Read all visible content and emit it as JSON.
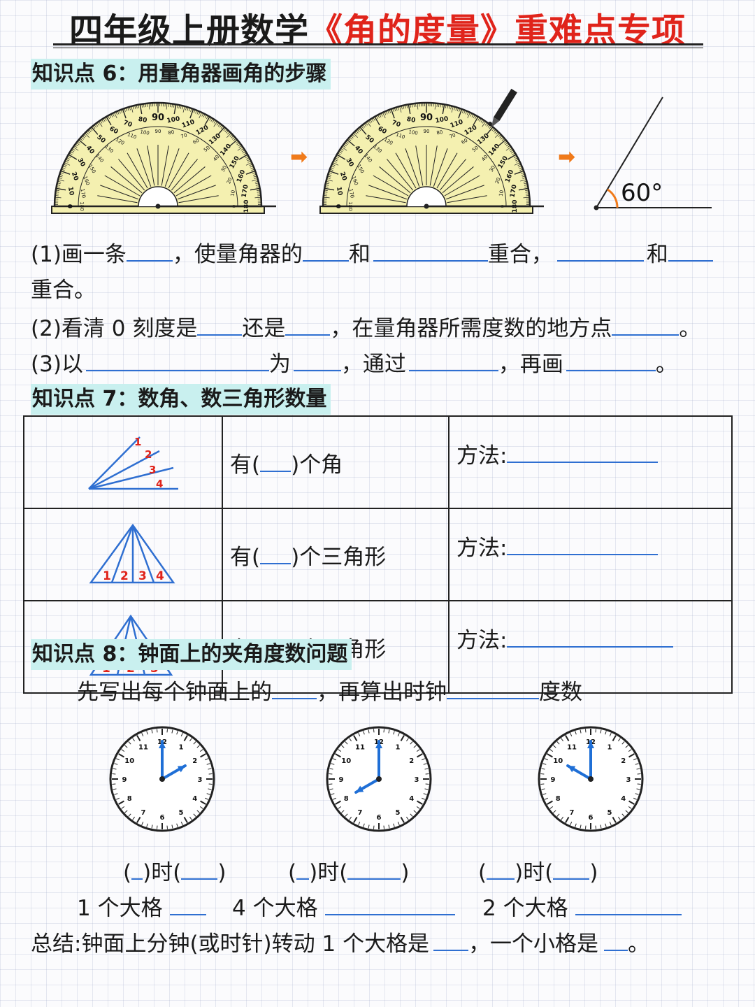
{
  "title": {
    "part1": "四年级上册数学",
    "part2": "《角的度量》重难点专项"
  },
  "k6": {
    "heading": "知识点 6：用量角器画角的步骤",
    "angle_label": "60°",
    "arrow": "➡",
    "protractor_outer": [
      "0",
      "10",
      "20",
      "30",
      "40",
      "50",
      "60",
      "70",
      "80",
      "90",
      "100",
      "110",
      "120",
      "130",
      "140",
      "150",
      "160",
      "170",
      "180"
    ],
    "protractor_inner": [
      "180",
      "170",
      "160",
      "150",
      "140",
      "130",
      "120",
      "110",
      "100",
      "90",
      "80",
      "70",
      "60",
      "50",
      "40",
      "30",
      "20",
      "10",
      "0"
    ],
    "l1a": "(1)画一条",
    "l1b": "，使量角器的",
    "l1c": "和",
    "l1d": "重合，",
    "l1e": "和",
    "l1f": "重合。",
    "l2a": "(2)看清 0 刻度是",
    "l2b": "还是",
    "l2c": "，在量角器所需度数的地方点",
    "l2d": "。",
    "l3a": "(3)以",
    "l3b": "为",
    "l3c": "，通过",
    "l3d": "，再画",
    "l3e": "。"
  },
  "k7": {
    "heading": "知识点 7：数角、数三角形数量",
    "rows": [
      {
        "q1": "有(",
        "q2": ")个角",
        "method": "方法:",
        "labels": [
          "1",
          "2",
          "3",
          "4"
        ]
      },
      {
        "q1": "有(",
        "q2": ")个三角形",
        "method": "方法:",
        "labels": [
          "1",
          "2",
          "3",
          "4"
        ]
      },
      {
        "q1": "有(",
        "q2": ")个三角形",
        "method": "方法:",
        "labels": [
          "1",
          "2",
          "3"
        ]
      }
    ]
  },
  "k8": {
    "heading": "知识点 8：钟面上的夹角度数问题",
    "intro_a": "先写出每个钟面上的",
    "intro_b": "，再算出时钟",
    "intro_c": "度数",
    "clock_numbers": [
      "12",
      "1",
      "2",
      "3",
      "4",
      "5",
      "6",
      "7",
      "8",
      "9",
      "10",
      "11"
    ],
    "times": [
      {
        "hour": 2,
        "minute": 0
      },
      {
        "hour": 8,
        "minute": 0
      },
      {
        "hour": 10,
        "minute": 0
      }
    ],
    "shi": "时",
    "cap1": "1 个大格",
    "cap2": "4 个大格",
    "cap3": "2 个大格",
    "sum_a": "总结:钟面上分钟(或时针)转动 1 个大格是",
    "sum_b": "，一个小格是",
    "sum_c": "。"
  },
  "colors": {
    "accent_red": "#e0241b",
    "blank_blue": "#2f6fd1",
    "heading_bg": "#c9f0ef",
    "clock_hand": "#1f6fd6",
    "protractor_fill": "#f4f0b0",
    "arrow_orange": "#f07a1a"
  }
}
